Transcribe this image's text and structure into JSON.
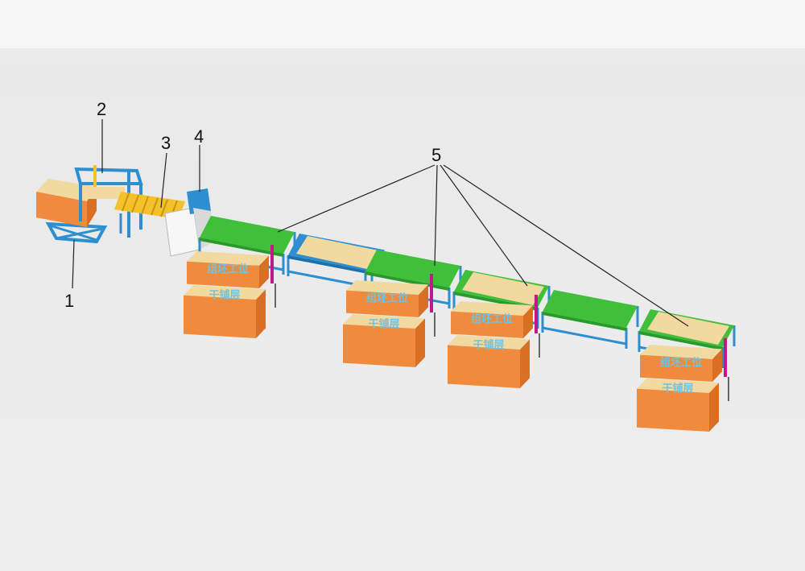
{
  "callouts": [
    {
      "id": "1",
      "text": "1"
    },
    {
      "id": "2",
      "text": "2"
    },
    {
      "id": "3",
      "text": "3"
    },
    {
      "id": "4",
      "text": "4"
    },
    {
      "id": "5",
      "text": "5"
    }
  ],
  "stack_labels": {
    "upper": "组坯工位",
    "lower": "干铺层"
  },
  "colors": {
    "conveyor": "#3fbf3a",
    "frame": "#2e8fd0",
    "board": "#f1d9a0",
    "stack": "#f08a3c",
    "roller": "#f3c22a",
    "cylinder": "#c2188a"
  }
}
